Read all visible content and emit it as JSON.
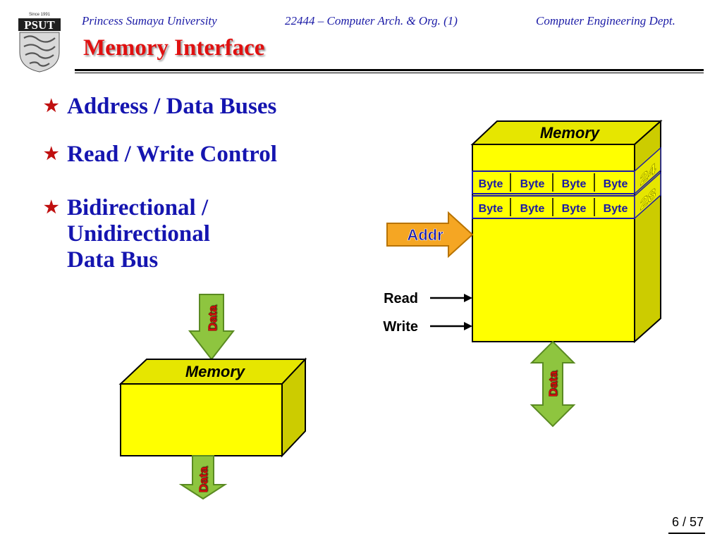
{
  "header": {
    "university": "Princess Sumaya University",
    "course": "22444 – Computer Arch. & Org. (1)",
    "department": "Computer Engineering Dept."
  },
  "logo": {
    "since": "Since 1991",
    "text": "PSUT"
  },
  "title": "Memory Interface",
  "bullets": [
    {
      "text": "Address / Data Buses"
    },
    {
      "text": "Read / Write Control"
    },
    {
      "lines": [
        "Bidirectional /",
        "Unidirectional",
        "Data Bus"
      ]
    }
  ],
  "unidirectional_diagram": {
    "memory_label": "Memory",
    "data_in_label": "Data",
    "data_out_label": "Data"
  },
  "bidirectional_diagram": {
    "memory_label": "Memory",
    "rows": [
      {
        "cells": [
          "Byte",
          "Byte",
          "Byte",
          "Byte"
        ],
        "side_label": "24"
      },
      {
        "cells": [
          "Byte",
          "Byte",
          "Byte",
          "Byte"
        ],
        "side_label": "28"
      }
    ],
    "addr_label": "Addr",
    "read_label": "Read",
    "write_label": "Write",
    "data_label": "Data"
  },
  "page": "6 / 57",
  "colors": {
    "header_text": "#1a1aa6",
    "title": "#e01010",
    "bullet_text": "#1515b0",
    "bullet_star": "#c01010",
    "memory_face": "#ffff00",
    "memory_side": "#cccc00",
    "memory_top": "#e6e600",
    "arrow_green": "#8ec53f",
    "arrow_orange": "#f5a623",
    "label_red": "#e01010"
  }
}
